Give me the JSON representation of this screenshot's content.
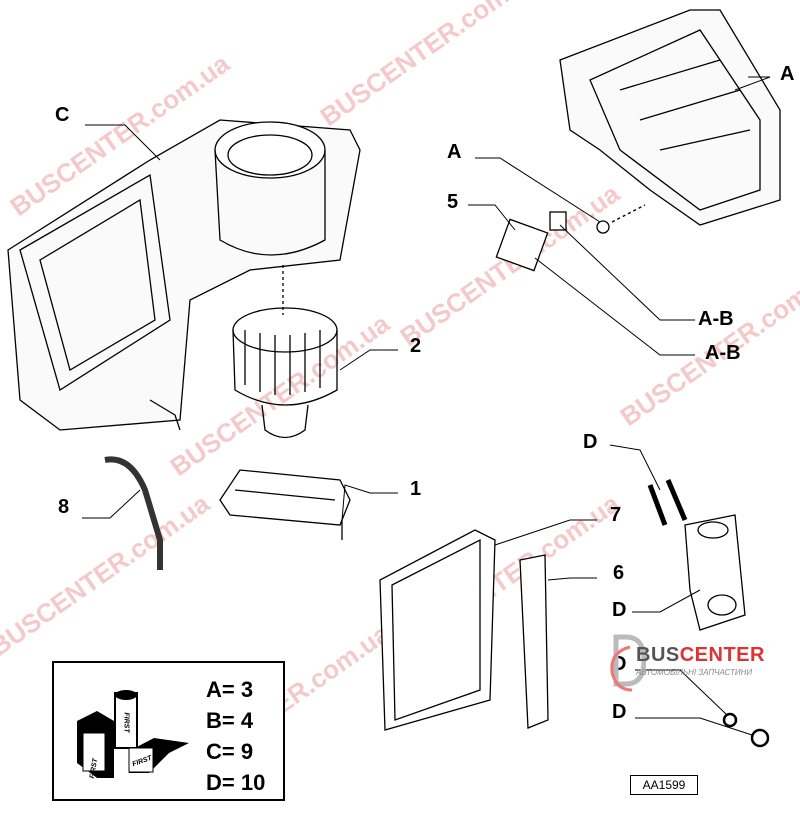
{
  "callouts": {
    "c": "C",
    "a_top": "A",
    "a_right": "A",
    "five": "5",
    "ab1": "A-B",
    "ab2": "A-B",
    "two": "2",
    "one": "1",
    "eight": "8",
    "seven": "7",
    "six": "6",
    "d1": "D",
    "d2": "D",
    "d3": "D",
    "d4": "D"
  },
  "legend": {
    "rows": [
      "A= 3",
      "B= 4",
      "C= 9",
      "D= 10"
    ],
    "icon_text": [
      "FIRST",
      "FIRST",
      "FIRST"
    ]
  },
  "diagram_code": "AA1599",
  "logo": {
    "brand_a": "BUS",
    "brand_b": "CENTER",
    "tagline": "АВТОМОБІЛЬНІ ЗАПЧАСТИНИ"
  },
  "watermark": "BUSCENTER.com.ua"
}
